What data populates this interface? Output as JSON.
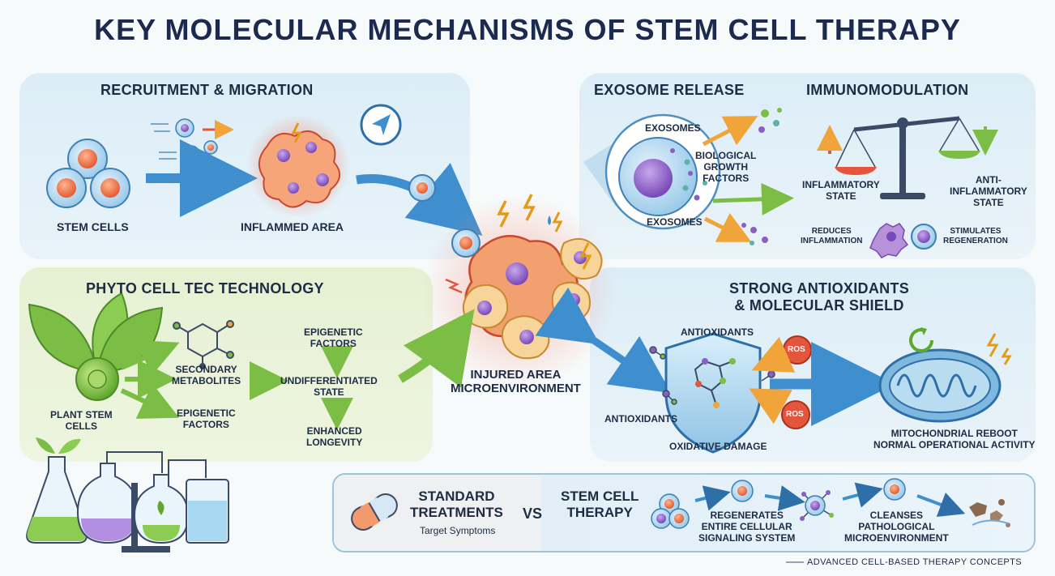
{
  "title": "KEY MOLECULAR MECHANISMS OF STEM CELL THERAPY",
  "recruitment": {
    "heading": "RECRUITMENT & MIGRATION",
    "stem_cells": "STEM CELLS",
    "inflamed_area": "INFLAMMED AREA"
  },
  "exosome": {
    "heading": "EXOSOME RELEASE",
    "exosomes_top": "EXOSOMES",
    "exosomes_bottom": "EXOSOMES",
    "growth_factors": "BIOLOGICAL\nGROWTH\nFACTORS"
  },
  "immuno": {
    "heading": "IMMUNOMODULATION",
    "inflammatory": "INFLAMMATORY\nSTATE",
    "anti_inflammatory": "ANTI-\nINFLAMMATORY\nSTATE",
    "reduces": "REDUCES\nINFLAMMATION",
    "stimulates": "STIMULATES\nREGENERATION"
  },
  "phyto": {
    "heading": "PHYTO CELL TEC TECHNOLOGY",
    "plant_stem_cells": "PLANT STEM\nCELLS",
    "secondary_metabolites": "SECONDARY\nMETABOLITES",
    "epigenetic_factors_left": "EPIGENETIC\nFACTORS",
    "epigenetic_factors_top": "EPIGENETIC\nFACTORS",
    "undifferentiated": "UNDIFFERENTIATED\nSTATE",
    "enhanced_longevity": "ENHANCED\nLONGEVITY"
  },
  "center": {
    "injured_area": "INJURED AREA\nMICROENVIRONMENT"
  },
  "antioxidants": {
    "heading": "STRONG ANTIOXIDANTS\n& MOLECULAR SHIELD",
    "antioxidants_top": "ANTIOXIDANTS",
    "antioxidants_left": "ANTIOXIDANTS",
    "ros1": "ROS",
    "ros2": "ROS",
    "oxidative_damage": "OXIDATIVE DAMAGE",
    "mitochondrial": "MITOCHONDRIAL REBOOT\nNORMAL OPERATIONAL ACTIVITY"
  },
  "comparison": {
    "standard": "STANDARD\nTREATMENTS",
    "target_symptoms": "Target Symptoms",
    "vs": "VS",
    "stem_cell_therapy": "STEM CELL\nTHERAPY",
    "regenerates": "REGENERATES\nENTIRE CELLULAR\nSIGNALING SYSTEM",
    "cleanses": "CLEANSES\nPATHOLOGICAL\nMICROENVIRONMENT"
  },
  "footer": "ADVANCED CELL-BASED THERAPY CONCEPTS",
  "colors": {
    "navy": "#1b2a4e",
    "blue_arrow": "#3f8fce",
    "green_arrow": "#7bbd45",
    "orange_arrow": "#f0a43a",
    "cell_purple": "#8a5fc4",
    "inflamed_red": "#e4553e",
    "ros_red": "#e4553e"
  },
  "icons": [
    "navigation-icon",
    "balance-scale-icon",
    "shield-icon",
    "mitochondrion-icon",
    "capsule-icon",
    "lab-flask-icon",
    "leaf-icon",
    "lightning-icon"
  ]
}
